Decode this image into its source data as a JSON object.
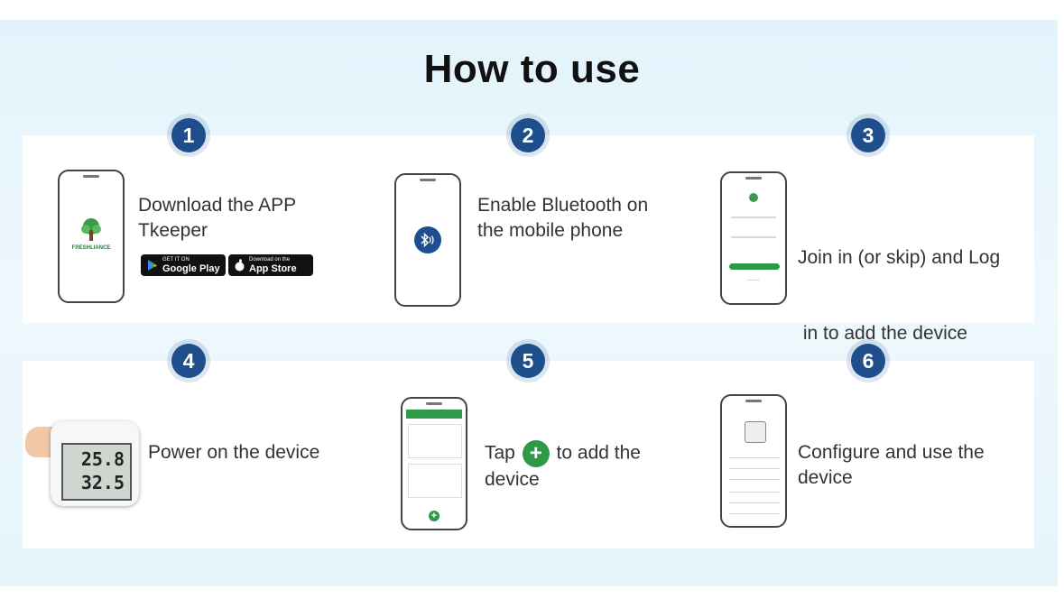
{
  "title": "How to use",
  "steps": [
    {
      "number": "1",
      "line1": "Download the APP",
      "line2": "Tkeeper"
    },
    {
      "number": "2",
      "line1": "Enable Bluetooth on",
      "line2": "the mobile phone"
    },
    {
      "number": "3",
      "line1": "Join in (or skip) and Log",
      "line2": " in to add the device"
    },
    {
      "number": "4",
      "line1": "Power on the device"
    },
    {
      "number": "5",
      "pre": "Tap",
      "post": "to add the",
      "line2": "device"
    },
    {
      "number": "6",
      "line1": "Configure and use the",
      "line2": "device"
    }
  ],
  "stores": {
    "google_small": "GET IT ON",
    "google_big": "Google Play",
    "apple_small": "Download on the",
    "apple_big": "App Store"
  },
  "app_logo_text": "FRESHLIANCE",
  "device": {
    "temp": "25.8",
    "humidity": "32.5"
  },
  "colors": {
    "badge": "#1e4f8c",
    "accent_green": "#2e9a48"
  }
}
